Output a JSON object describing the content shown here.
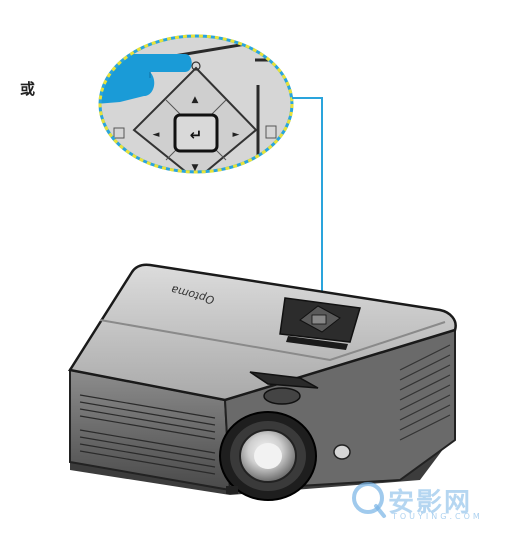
{
  "labels": {
    "or": "或",
    "brand": "Optoma"
  },
  "keypad": {
    "up": "▲",
    "down": "▼",
    "left": "◄",
    "right": "►",
    "enter": "↵"
  },
  "watermark": {
    "logo_text": "安影网",
    "sub_text": "TOUYING.COM"
  },
  "colors": {
    "callout_line": "#2aa4dc",
    "hand": "#1a9bd7",
    "zoom_border_outer": "#2aa4dc",
    "zoom_border_dash": "#e8e23a"
  }
}
